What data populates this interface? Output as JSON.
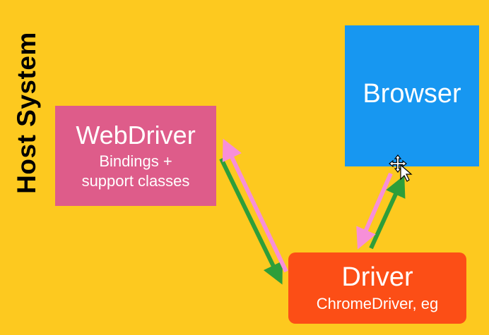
{
  "host_label": "Host System",
  "nodes": {
    "webdriver": {
      "title": "WebDriver",
      "subtitle_line1": "Bindings +",
      "subtitle_line2": "support classes"
    },
    "browser": {
      "title": "Browser"
    },
    "driver": {
      "title": "Driver",
      "subtitle": "ChromeDriver, eg"
    }
  },
  "colors": {
    "background": "#fdc91f",
    "webdriver_box": "#de5c8a",
    "browser_box": "#1797f1",
    "driver_box": "#fc4e16",
    "arrow_request": "#2e9e3a",
    "arrow_response": "#f78fd8"
  },
  "icons": {
    "cursor": "move-cursor-icon"
  }
}
